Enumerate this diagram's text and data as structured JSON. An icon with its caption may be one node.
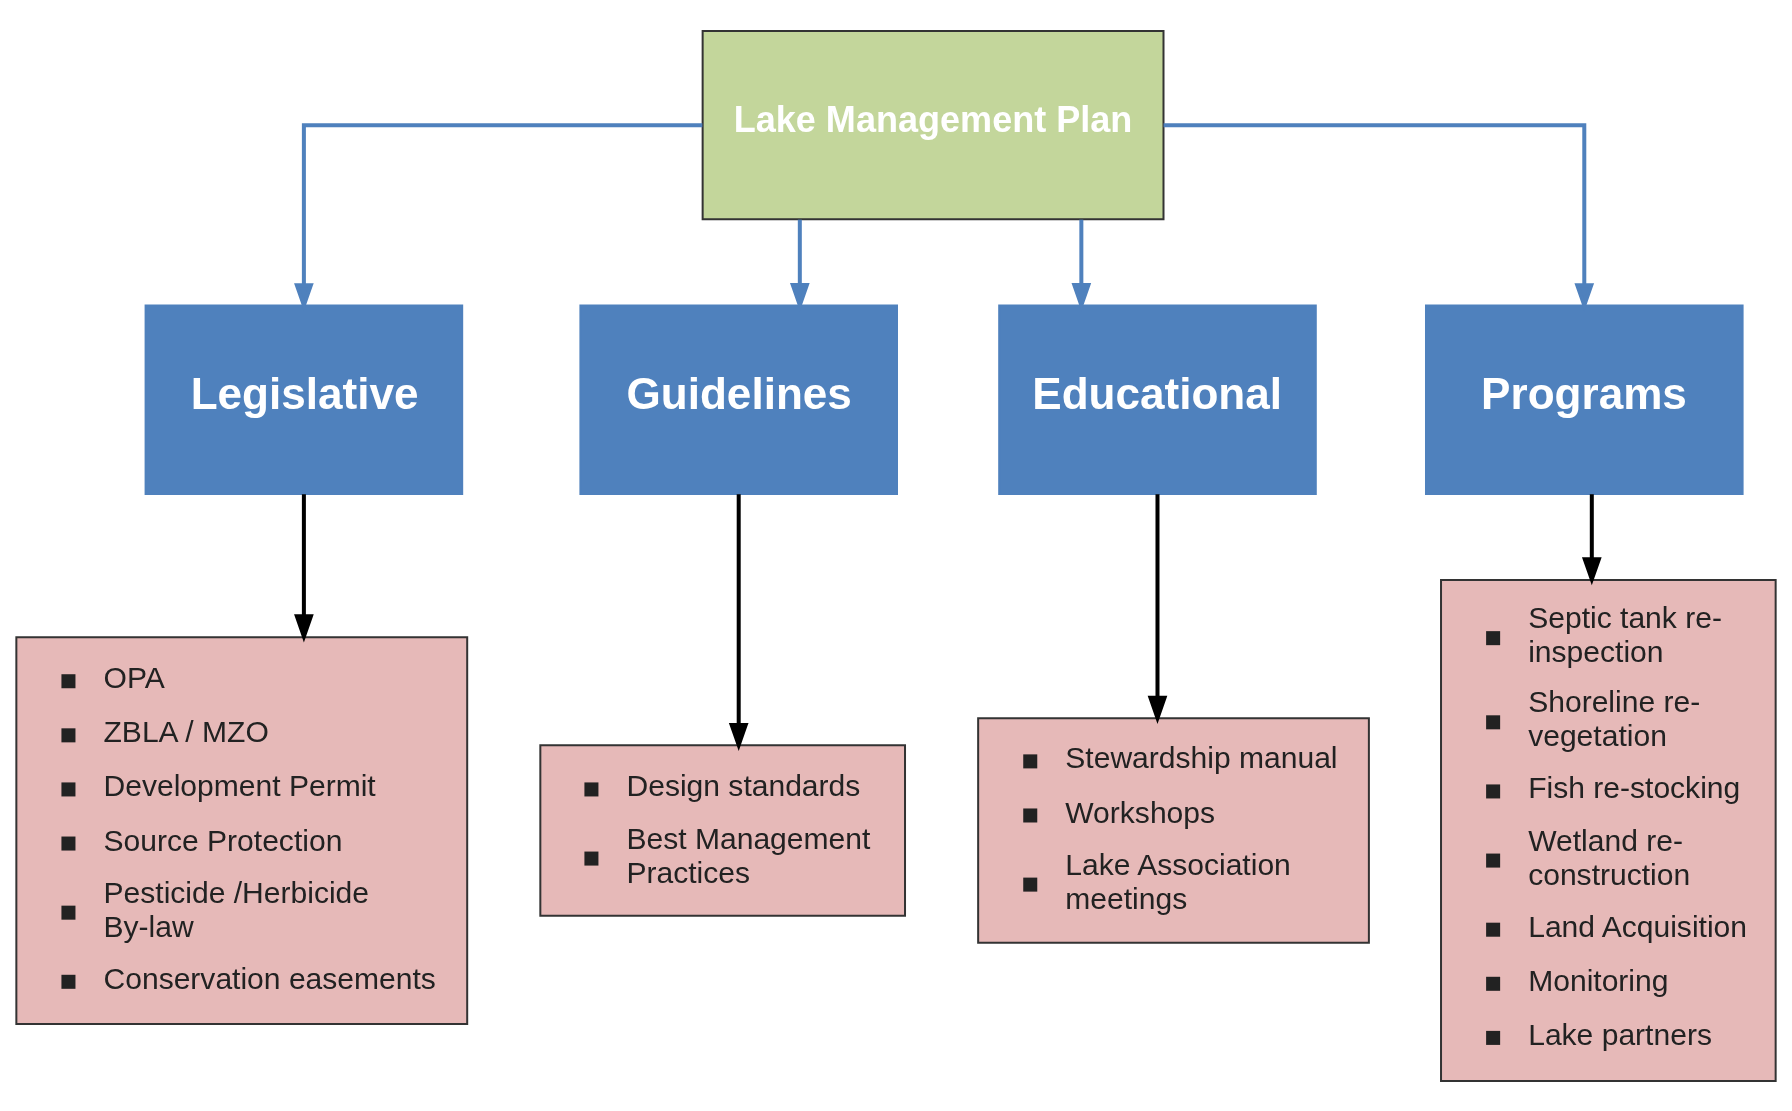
{
  "diagram": {
    "nodes": [
      {
        "text": [
          "Lake Management Plan"
        ]
      },
      {
        "text": [
          "Legislative"
        ]
      },
      {
        "text": [
          "Guidelines"
        ]
      },
      {
        "text": [
          "Educational"
        ]
      },
      {
        "text": [
          "Programs"
        ]
      },
      {
        "text": [
          "OPA",
          "ZBLA / MZO",
          "Development Permit",
          "Source Protection",
          "Pesticide /Herbicide By-law",
          "Conservation easements"
        ]
      },
      {
        "text": [
          "Design standards",
          "Best Management Practices"
        ]
      },
      {
        "text": [
          "Stewardship manual",
          "Workshops",
          "Lake Association meetings"
        ]
      },
      {
        "text": [
          "Septic tank re- inspection",
          "Shoreline re- vegetation",
          "Fish re-stocking",
          "Wetland re- construction",
          "Land Acquisition",
          "Monitoring",
          "Lake partners"
        ]
      }
    ],
    "edges": [
      {
        "from": 0,
        "to": 1,
        "arrow": "to",
        "color": "#4f81bd"
      },
      {
        "from": 0,
        "to": 2,
        "arrow": "to",
        "color": "#4f81bd"
      },
      {
        "from": 0,
        "to": 3,
        "arrow": "to",
        "color": "#4f81bd"
      },
      {
        "from": 0,
        "to": 4,
        "arrow": "to",
        "color": "#4f81bd"
      },
      {
        "from": 1,
        "to": 5,
        "arrow": "to",
        "color": "#000000"
      },
      {
        "from": 2,
        "to": 6,
        "arrow": "to",
        "color": "#000000"
      },
      {
        "from": 3,
        "to": 7,
        "arrow": "to",
        "color": "#000000"
      },
      {
        "from": 4,
        "to": 8,
        "arrow": "to",
        "color": "#000000"
      }
    ]
  }
}
